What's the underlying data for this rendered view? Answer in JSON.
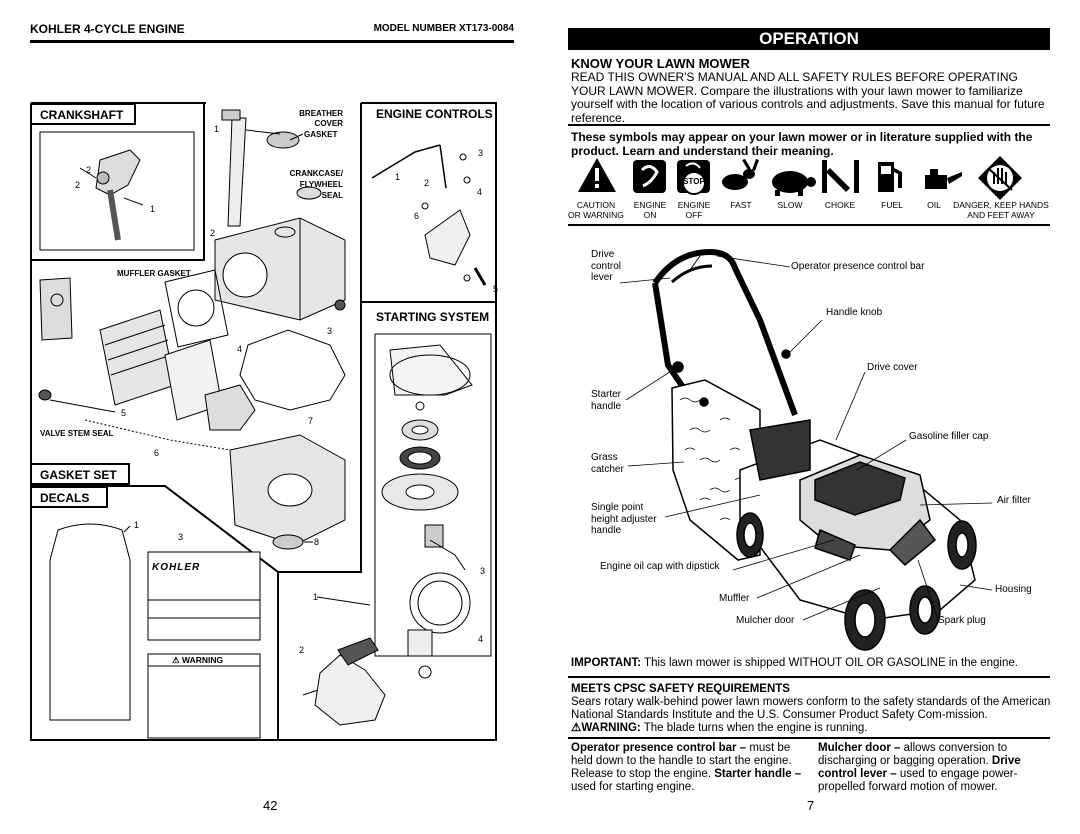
{
  "left_page": {
    "header_title": "KOHLER 4-CYCLE ENGINE",
    "model_number": "MODEL NUMBER XT173-0084",
    "sections": {
      "crankshaft": "CRANKSHAFT",
      "engine_controls": "ENGINE CONTROLS",
      "starting_system": "STARTING SYSTEM",
      "gasket_set": "GASKET SET",
      "decals": "DECALS"
    },
    "part_labels": {
      "breather_cover": "BREATHER\nCOVER",
      "gasket": "GASKET",
      "crankcase_seal": "CRANKCASE/\nFLYWHEEL\nSEAL",
      "muffler_gasket": "MUFFLER GASKET",
      "valve_stem_seal": "VALVE STEM SEAL",
      "kohler_decal": "KOHLER",
      "warning_decal": "WARNING"
    },
    "page_number": "42"
  },
  "right_page": {
    "banner": "OPERATION",
    "title": "KNOW YOUR LAWN MOWER",
    "intro": "READ THIS OWNER'S MANUAL AND ALL SAFETY RULES BEFORE OPERATING YOUR LAWN MOWER.  Compare the illustrations with your lawn mower to familiarize yourself with the location of various controls and adjustments.  Save this manual for future reference.",
    "symbols_intro": "These symbols may appear on your lawn mower or in literature supplied with the product.  Learn and understand their meaning.",
    "symbols": [
      {
        "icon": "caution-icon",
        "label": "CAUTION\nOR WARNING"
      },
      {
        "icon": "engine-on-icon",
        "label": "ENGINE\nON"
      },
      {
        "icon": "engine-off-icon",
        "label": "ENGINE\nOFF"
      },
      {
        "icon": "rabbit-icon",
        "label": "FAST"
      },
      {
        "icon": "turtle-icon",
        "label": "SLOW"
      },
      {
        "icon": "choke-icon",
        "label": "CHOKE"
      },
      {
        "icon": "fuel-icon",
        "label": "FUEL"
      },
      {
        "icon": "oil-icon",
        "label": "OIL"
      },
      {
        "icon": "hand-hazard-icon",
        "label": "DANGER, KEEP HANDS\nAND FEET AWAY"
      }
    ],
    "stop_text": "STOP",
    "callouts": {
      "drive_control_lever": "Drive\ncontrol\nlever",
      "operator_presence_bar": "Operator presence control bar",
      "handle_knob": "Handle knob",
      "drive_cover": "Drive cover",
      "starter_handle": "Starter\nhandle",
      "gasoline_cap": "Gasoline filler cap",
      "grass_catcher": "Grass\ncatcher",
      "air_filter": "Air filter",
      "height_adjuster": "Single point\nheight adjuster\nhandle",
      "oil_cap": "Engine oil cap with dipstick",
      "housing": "Housing",
      "muffler": "Muffler",
      "mulcher_door": "Mulcher door",
      "spark_plug": "Spark plug"
    },
    "important_label": "IMPORTANT:",
    "important_text": " This lawn mower is shipped WITHOUT OIL OR GASOLINE in the engine.",
    "meets_title": "MEETS CPSC SAFETY REQUIREMENTS",
    "meets_body_1": "Sears rotary walk-behind power lawn mowers conform to the safety standards of the American National Standards Institute and the U.S. Consumer Product Safety Com-mission. ",
    "meets_warning": "WARNING:",
    "meets_body_2": " The blade turns when the engine is running.",
    "col1": {
      "opb_label": "Operator presence control bar –",
      "opb_text": " must be held down to the handle to start the engine.  Release to stop the engine.",
      "sh_label": "Starter handle –",
      "sh_text": " used for starting engine."
    },
    "col2": {
      "md_label": "Mulcher door –",
      "md_text": " allows conversion to discharging or bagging operation.",
      "dcl_label": "Drive control lever –",
      "dcl_text": " used to engage power-propelled forward motion of mower."
    },
    "page_number": "7"
  }
}
